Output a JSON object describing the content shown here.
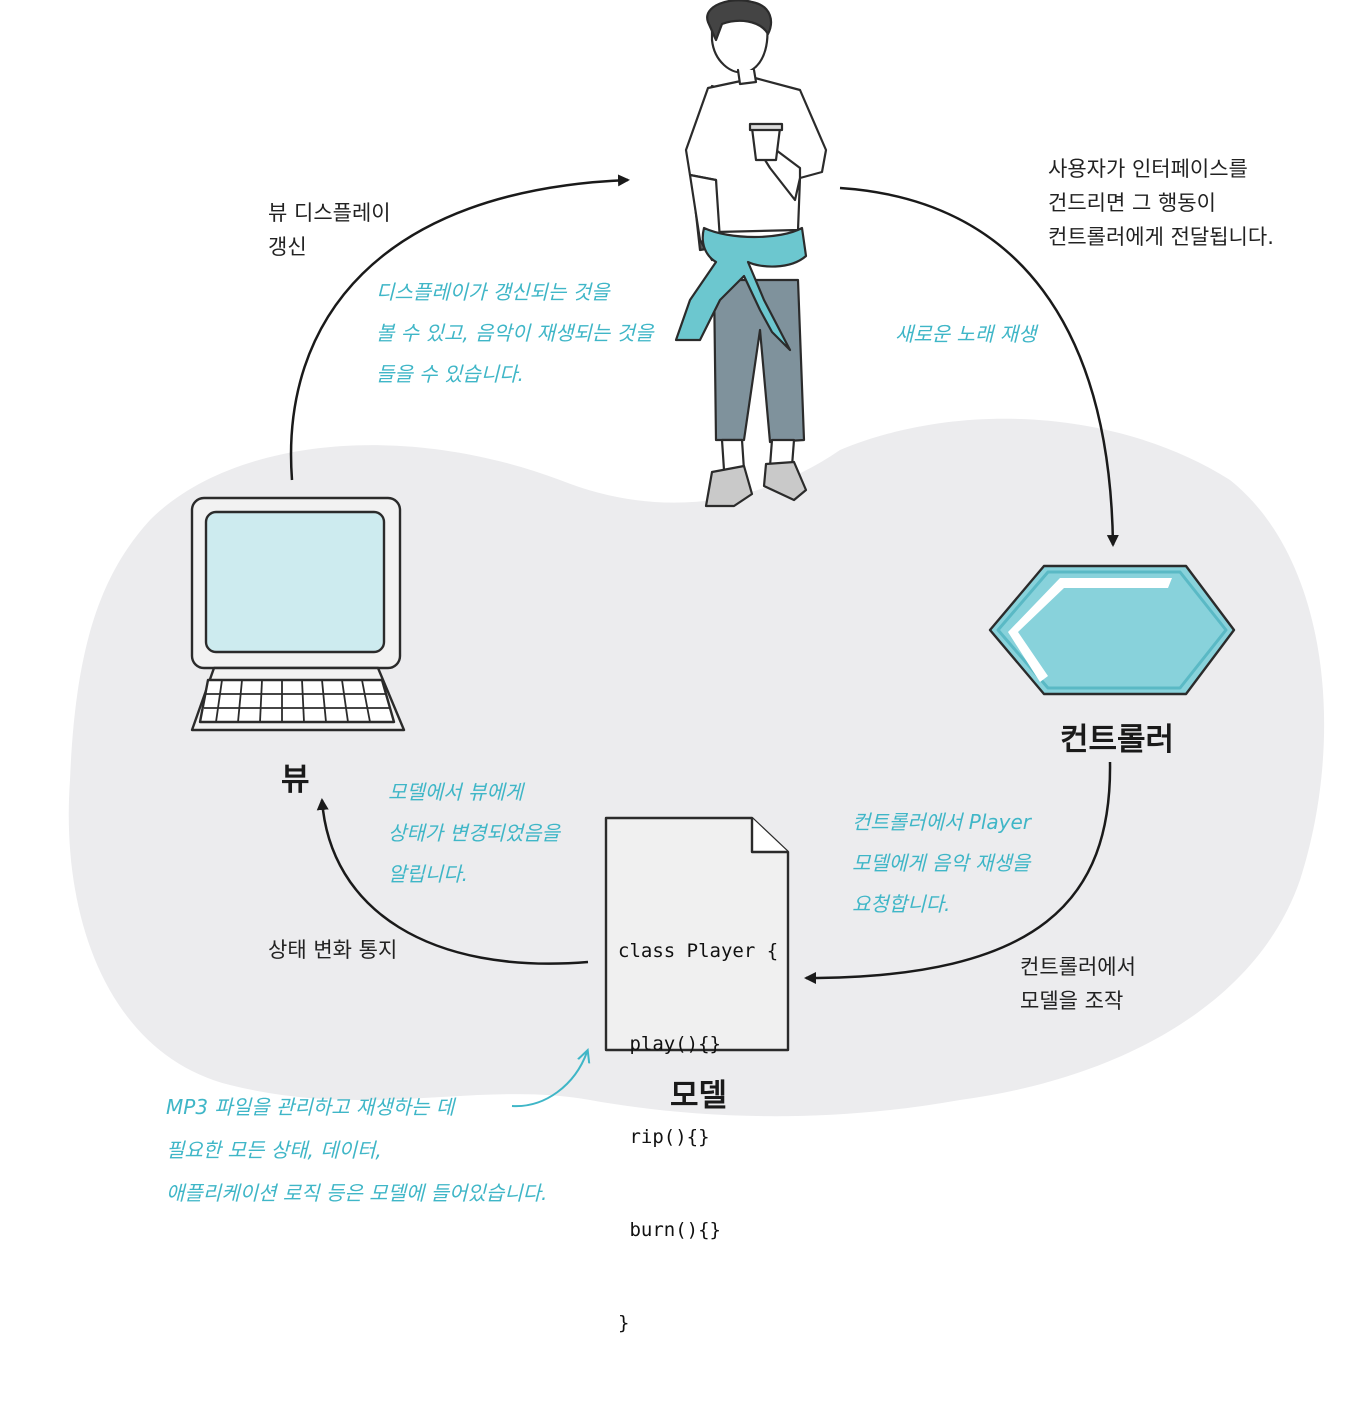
{
  "nodes": {
    "view": {
      "label": "뷰"
    },
    "controller": {
      "label": "컨트롤러"
    },
    "model": {
      "label": "모델"
    }
  },
  "code": {
    "lines": [
      "class Player {",
      " play(){}",
      " rip(){}",
      " burn(){}",
      "}"
    ]
  },
  "edges": {
    "user_to_controller": {
      "label": [
        "사용자가 인터페이스를",
        "건드리면 그 행동이",
        "컨트롤러에게 전달됩니다."
      ],
      "note": [
        "새로운 노래 재생"
      ]
    },
    "controller_to_model": {
      "label": [
        "컨트롤러에서",
        "모델을 조작"
      ],
      "note": [
        "컨트롤러에서 Player",
        "모델에게 음악 재생을",
        "요청합니다."
      ]
    },
    "model_to_view": {
      "label": [
        "상태 변화 통지"
      ],
      "note": [
        "모델에서 뷰에게",
        "상태가 변경되었음을",
        "알립니다."
      ]
    },
    "view_to_user": {
      "label": [
        "뷰 디스플레이",
        "갱신"
      ],
      "note": [
        "디스플레이가 갱신되는 것을",
        "볼 수 있고, 음악이 재생되는 것을",
        "들을 수 있습니다."
      ]
    }
  },
  "model_note": [
    "MP3 파일을 관리하고 재생하는 데",
    "필요한 모든 상태, 데이터,",
    "애플리케이션 로직 등은 모델에 들어있습니다."
  ],
  "colors": {
    "blob": "#ececee",
    "accent": "#3fb6c7",
    "screen": "#cdebef",
    "hexagon": "#88d2db",
    "jacket": "#6cc7cf",
    "pants": "#7f929c"
  }
}
